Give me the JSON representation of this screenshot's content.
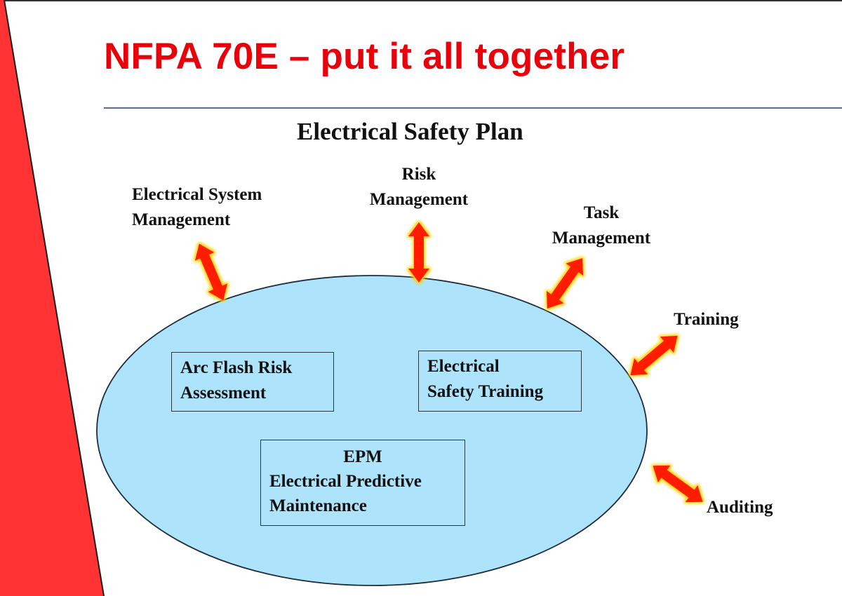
{
  "slide": {
    "title": "NFPA 70E – put it all together",
    "subtitle": "Electrical Safety Plan"
  },
  "colors": {
    "title_red": "#e8000b",
    "side_band_red": "#ff3333",
    "ellipse_fill": "#aee4fb",
    "arrow_red": "#ff1a00",
    "arrow_glow": "#ffd200",
    "rule_blue": "#5a6a9a"
  },
  "outer_elements": [
    {
      "id": "electrical-system-management",
      "line1": "Electrical System",
      "line2": "Management"
    },
    {
      "id": "risk-management",
      "line1": "Risk",
      "line2": "Management"
    },
    {
      "id": "task-management",
      "line1": "Task",
      "line2": "Management"
    },
    {
      "id": "training",
      "line1": "Training"
    },
    {
      "id": "auditing",
      "line1": "Auditing"
    }
  ],
  "inner_boxes": [
    {
      "id": "arc-flash",
      "line1": "Arc Flash Risk",
      "line2": "Assessment"
    },
    {
      "id": "safety-training",
      "line1": "Electrical",
      "line2": "Safety Training"
    },
    {
      "id": "epm",
      "line1": "EPM",
      "line2": "Electrical Predictive",
      "line3": "Maintenance"
    }
  ],
  "arrows": [
    {
      "connects": "electrical-system-management",
      "icon": "double-arrow-icon"
    },
    {
      "connects": "risk-management",
      "icon": "double-arrow-icon"
    },
    {
      "connects": "task-management",
      "icon": "double-arrow-icon"
    },
    {
      "connects": "training",
      "icon": "double-arrow-icon"
    },
    {
      "connects": "auditing",
      "icon": "double-arrow-icon"
    }
  ]
}
